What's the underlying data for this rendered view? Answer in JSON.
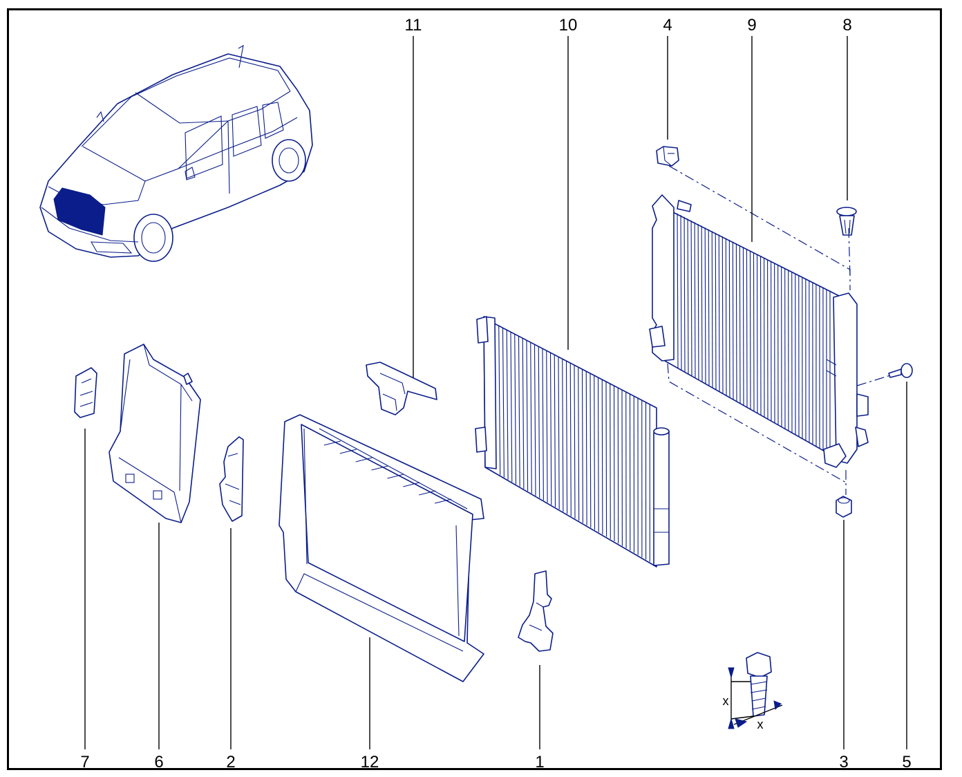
{
  "diagram": {
    "labels": [
      "1",
      "2",
      "3",
      "4",
      "5",
      "6",
      "7",
      "8",
      "9",
      "10",
      "11",
      "12"
    ],
    "dimension_mark": "x",
    "colors": {
      "line": "#0a1d8a",
      "text": "#000000",
      "frame": "#000000"
    },
    "parts": [
      {
        "ref": "1",
        "icon": "bracket-icon"
      },
      {
        "ref": "2",
        "icon": "clip-bracket-icon"
      },
      {
        "ref": "3",
        "icon": "nut-icon"
      },
      {
        "ref": "4",
        "icon": "rubber-mount-icon"
      },
      {
        "ref": "5",
        "icon": "screw-icon"
      },
      {
        "ref": "6",
        "icon": "air-deflector-icon"
      },
      {
        "ref": "7",
        "icon": "clip-icon"
      },
      {
        "ref": "8",
        "icon": "push-rivet-icon"
      },
      {
        "ref": "9",
        "icon": "radiator-icon"
      },
      {
        "ref": "10",
        "icon": "condenser-icon"
      },
      {
        "ref": "11",
        "icon": "upper-bracket-icon"
      },
      {
        "ref": "12",
        "icon": "fan-shroud-icon"
      }
    ]
  }
}
